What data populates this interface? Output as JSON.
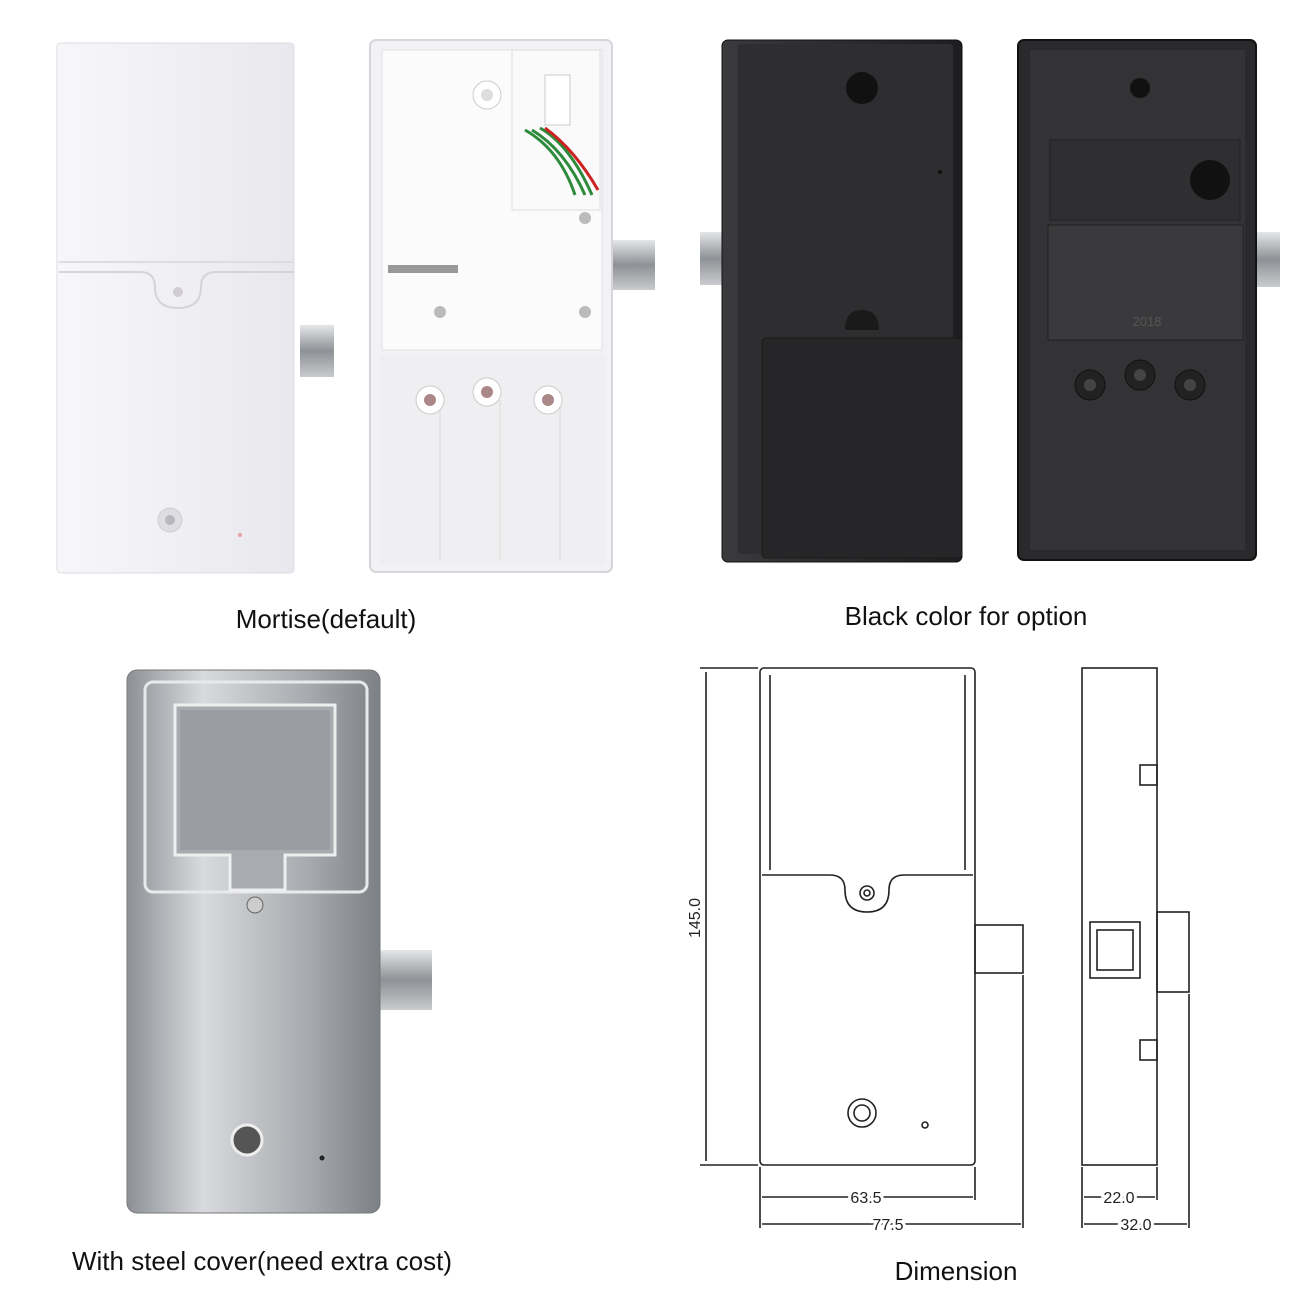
{
  "captions": {
    "mortise": "Mortise(default)",
    "black": "Black color for option",
    "steel": "With steel cover(need extra cost)",
    "dimension": "Dimension"
  },
  "black_back_marking": "2018",
  "dimensions": {
    "height": "145.0",
    "inner_width": "63.5",
    "outer_width": "77.5",
    "side_inner": "22.0",
    "side_outer": "32.0"
  },
  "colors": {
    "white_lock": "#f4f3f6",
    "black_lock": "#2b2b2d",
    "steel": "#b9bcc0"
  }
}
